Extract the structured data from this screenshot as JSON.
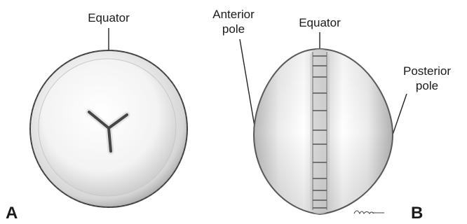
{
  "panel_a": {
    "letter": "A",
    "equator_label": "Equator"
  },
  "panel_b": {
    "letter": "B",
    "equator_label": "Equator",
    "anterior_label": [
      "Anterior",
      "pole"
    ],
    "posterior_label": [
      "Posterior",
      "pole"
    ]
  }
}
